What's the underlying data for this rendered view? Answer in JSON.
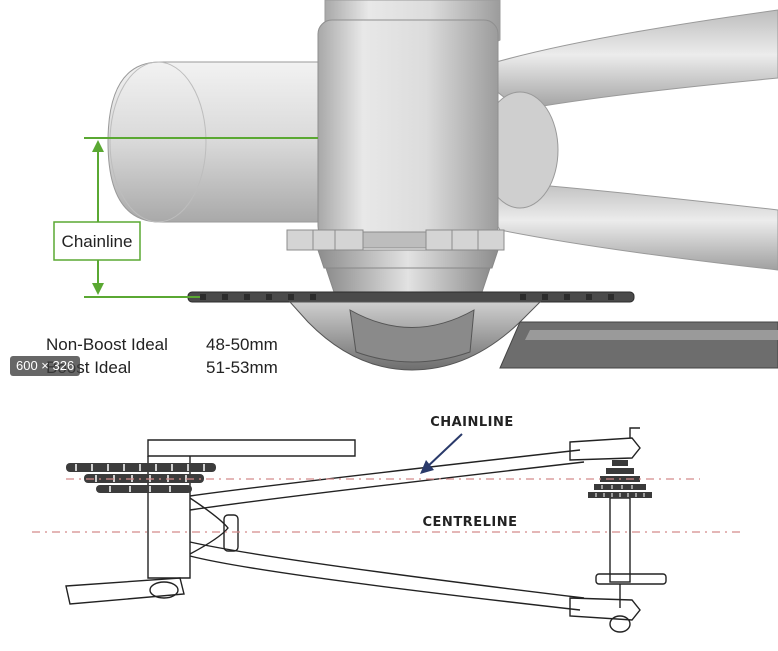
{
  "top_diagram": {
    "dimension_label": "Chainline",
    "specs": [
      {
        "name": "Non-Boost Ideal",
        "value": "48-50mm"
      },
      {
        "name": "Boost Ideal",
        "value": "51-53mm"
      }
    ],
    "accent_color": "#5aa832"
  },
  "image_size_badge": "600 × 326",
  "bottom_diagram": {
    "chainline_label": "CHAINLINE",
    "centreline_label": "CENTRELINE",
    "dash_color": "#d48a8a"
  }
}
